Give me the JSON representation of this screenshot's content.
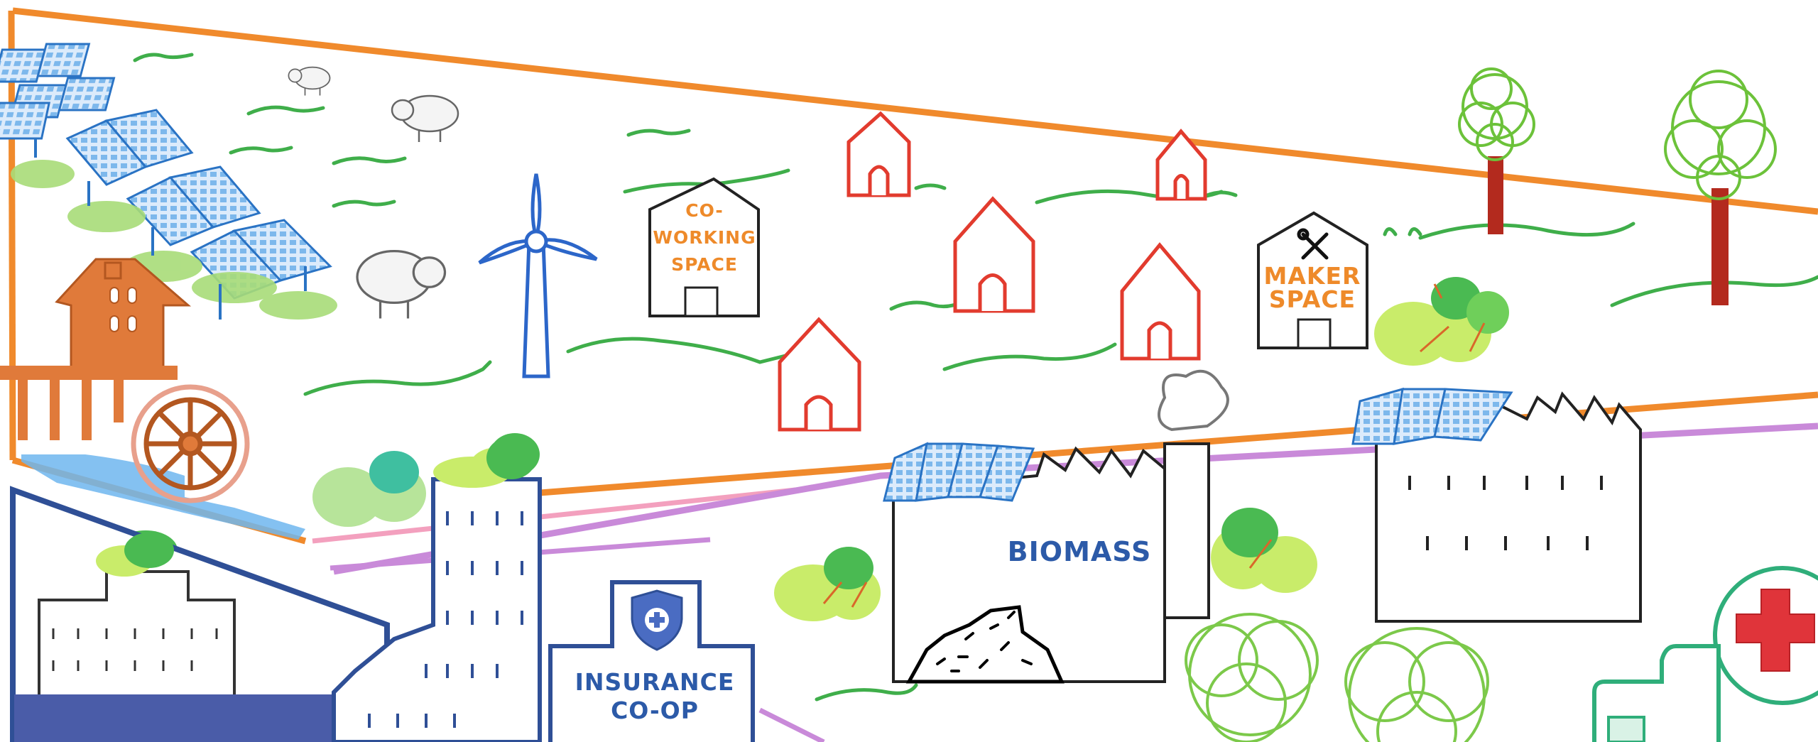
{
  "labels": {
    "coworking": [
      "CO-",
      "WORKING",
      "SPACE"
    ],
    "maker": [
      "MAKER",
      "SPACE"
    ],
    "biomass": "BIOMASS",
    "insurance": [
      "INSURANCE",
      "CO-OP"
    ]
  },
  "icons": {
    "maker": "wrench-screwdriver-icon",
    "insurance": "shield-plus-icon",
    "hospital": "red-cross-icon"
  },
  "colors": {
    "orange_line": "#f08a2c",
    "purple_line": "#c98ad9",
    "house_red": "#e23b2e",
    "label_orange": "#ee8a2a",
    "label_blue": "#2c5aa8",
    "navy": "#2f4f96",
    "panel_blue": "#5aa8e8",
    "grass_green": "#3fae4a",
    "tree_green": "#7cc94a",
    "trunk": "#b32a1e",
    "cross_red": "#e0343a",
    "water": "#6fb6ee"
  }
}
